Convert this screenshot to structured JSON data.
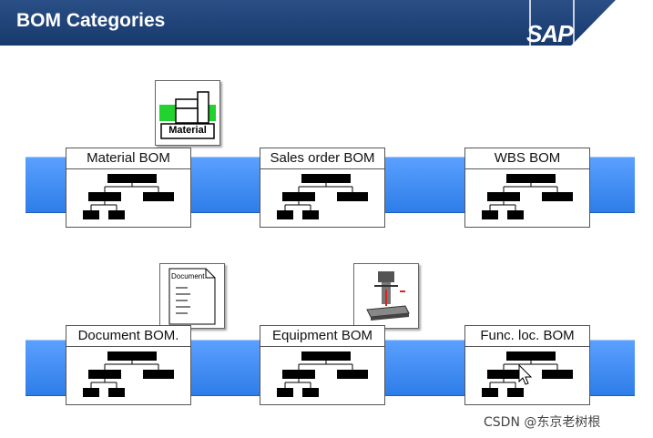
{
  "page": {
    "title": "BOM Categories",
    "logo_text": "SAP",
    "watermark": "CSDN @东京老树根"
  },
  "colors": {
    "header": "#1d4276",
    "band": "#3d8af5",
    "node": "#000000"
  },
  "categories": [
    {
      "label": "Material BOM",
      "icon": "material-icon",
      "icon_label": "Material"
    },
    {
      "label": "Sales order BOM"
    },
    {
      "label": "WBS BOM"
    },
    {
      "label": "Document BOM.",
      "icon": "document-icon",
      "icon_label": "Document"
    },
    {
      "label": "Equipment BOM",
      "icon": "drill-press-icon"
    },
    {
      "label": "Func. loc. BOM",
      "cursor": "arrow-cursor-icon"
    }
  ]
}
